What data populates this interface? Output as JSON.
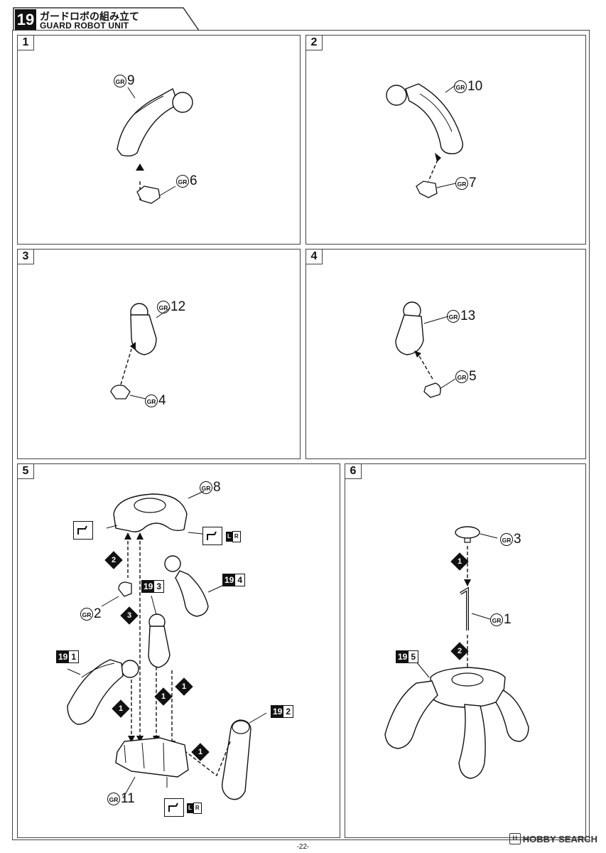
{
  "header": {
    "number": "19",
    "title_jp": "ガードロボの組み立て",
    "title_en": "GUARD ROBOT UNIT"
  },
  "panels": [
    {
      "num": "1",
      "labels": [
        {
          "gr": "GR",
          "num": "9"
        },
        {
          "gr": "GR",
          "num": "6"
        }
      ]
    },
    {
      "num": "2",
      "labels": [
        {
          "gr": "GR",
          "num": "10"
        },
        {
          "gr": "GR",
          "num": "7"
        }
      ]
    },
    {
      "num": "3",
      "labels": [
        {
          "gr": "GR",
          "num": "12"
        },
        {
          "gr": "GR",
          "num": "4"
        }
      ]
    },
    {
      "num": "4",
      "labels": [
        {
          "gr": "GR",
          "num": "13"
        },
        {
          "gr": "GR",
          "num": "5"
        }
      ]
    },
    {
      "num": "5",
      "labels": [
        {
          "gr": "GR",
          "num": "8"
        },
        {
          "gr": "GR",
          "num": "2"
        },
        {
          "gr": "GR",
          "num": "11"
        }
      ],
      "subtags": [
        {
          "a": "19",
          "b": "3"
        },
        {
          "a": "19",
          "b": "4"
        },
        {
          "a": "19",
          "b": "1"
        },
        {
          "a": "19",
          "b": "2"
        }
      ],
      "steps": [
        "2",
        "3",
        "1",
        "1",
        "1",
        "1"
      ],
      "lr": {
        "l": "L",
        "r": "R"
      }
    },
    {
      "num": "6",
      "labels": [
        {
          "gr": "GR",
          "num": "3"
        },
        {
          "gr": "GR",
          "num": "1"
        }
      ],
      "subtags": [
        {
          "a": "19",
          "b": "5"
        }
      ],
      "steps": [
        "1",
        "2"
      ]
    }
  ],
  "footer": {
    "page": "-22-",
    "watermark": "HOBBY SEARCH",
    "watermark_icon": "H"
  }
}
